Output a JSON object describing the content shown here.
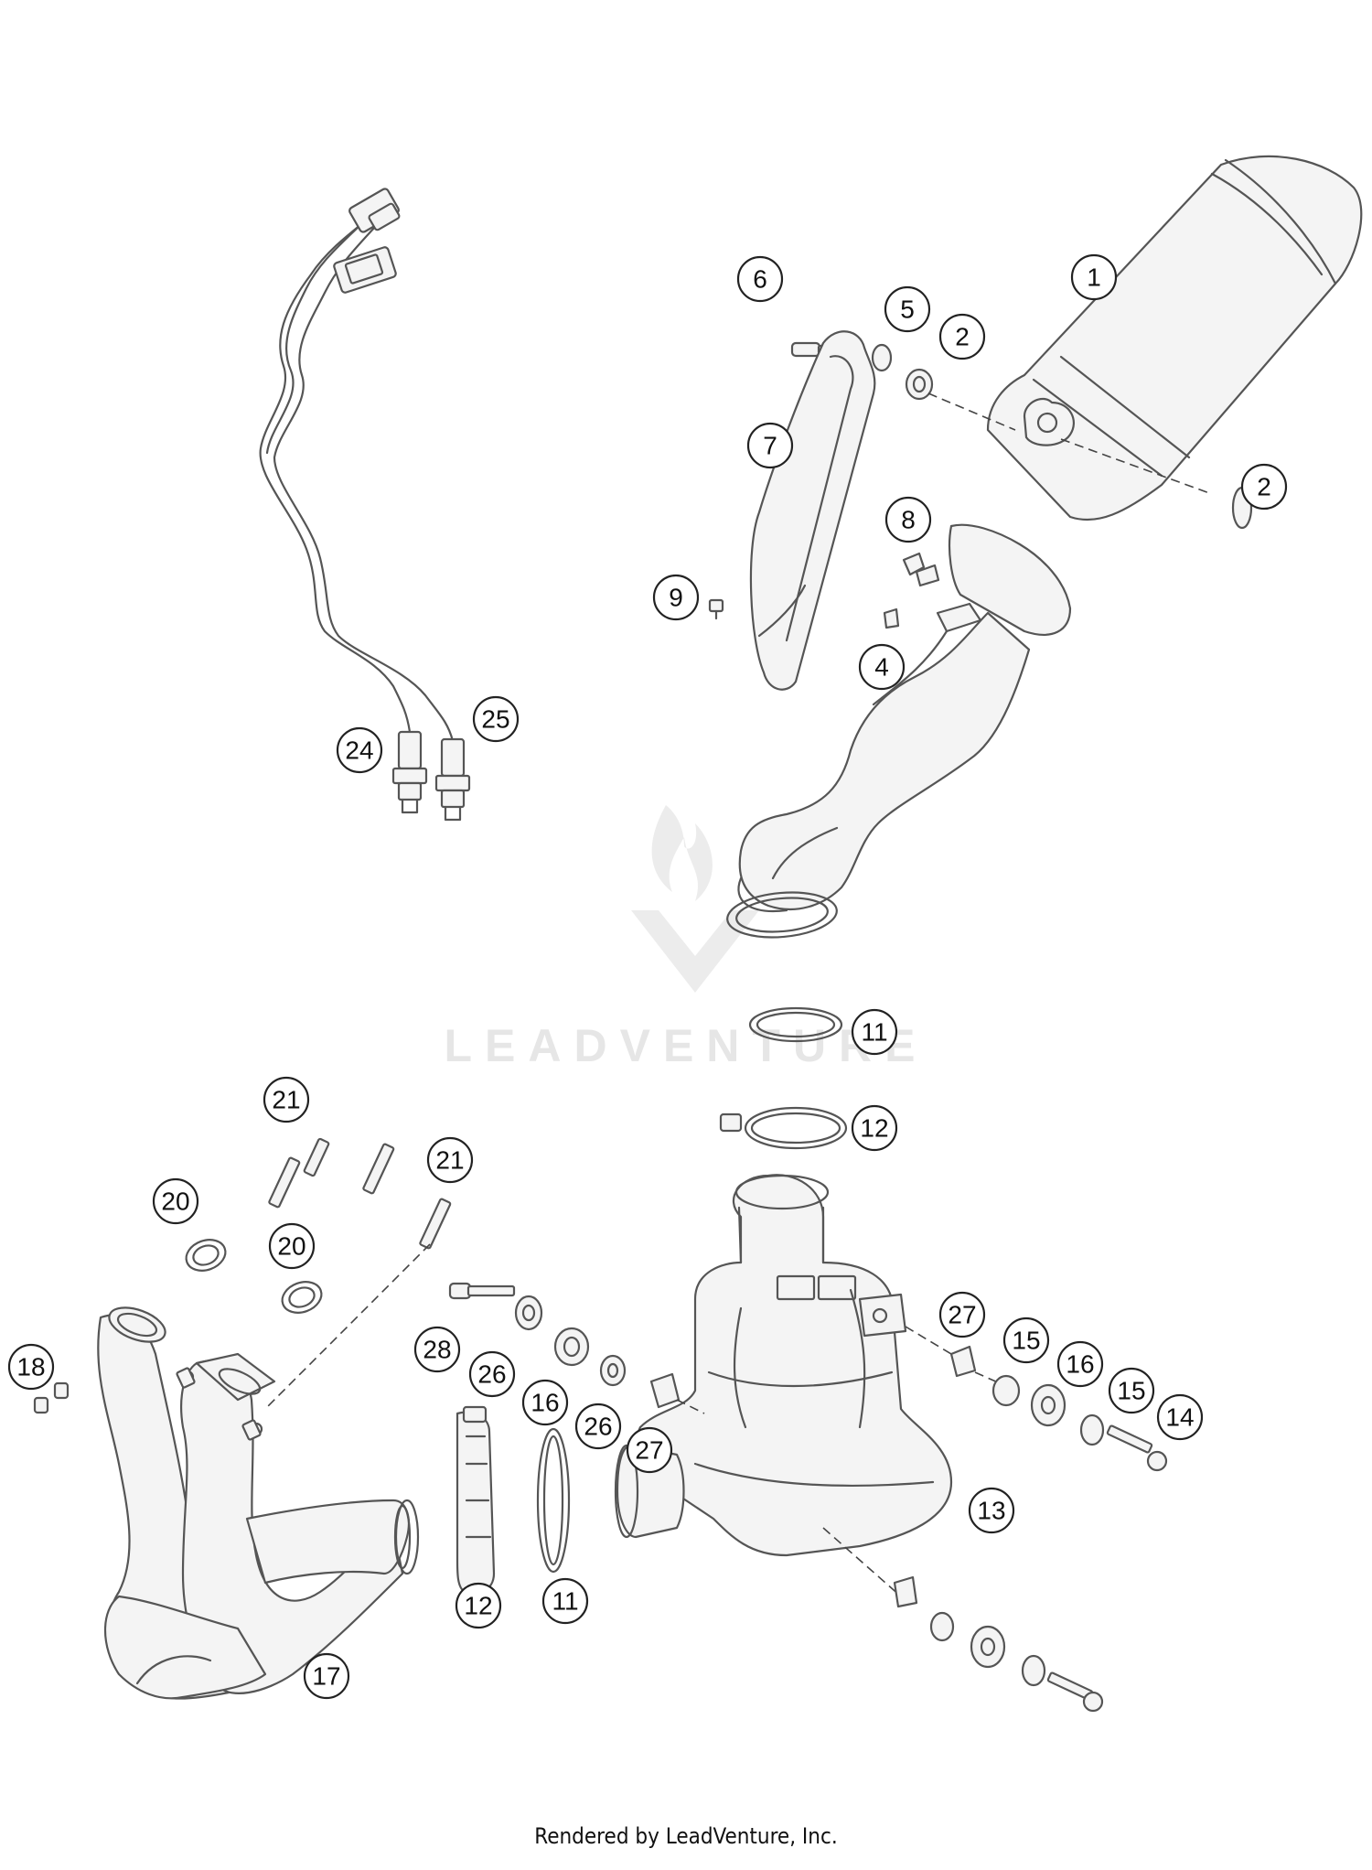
{
  "watermark": {
    "text": "LEADVENTURE"
  },
  "footer": {
    "text": "Rendered by LeadVenture, Inc."
  },
  "callouts": [
    "1",
    "2",
    "2",
    "4",
    "5",
    "6",
    "7",
    "8",
    "9",
    "11",
    "11",
    "12",
    "12",
    "13",
    "14",
    "15",
    "15",
    "16",
    "16",
    "17",
    "18",
    "20",
    "20",
    "21",
    "21",
    "24",
    "25",
    "26",
    "26",
    "27",
    "27",
    "28"
  ]
}
